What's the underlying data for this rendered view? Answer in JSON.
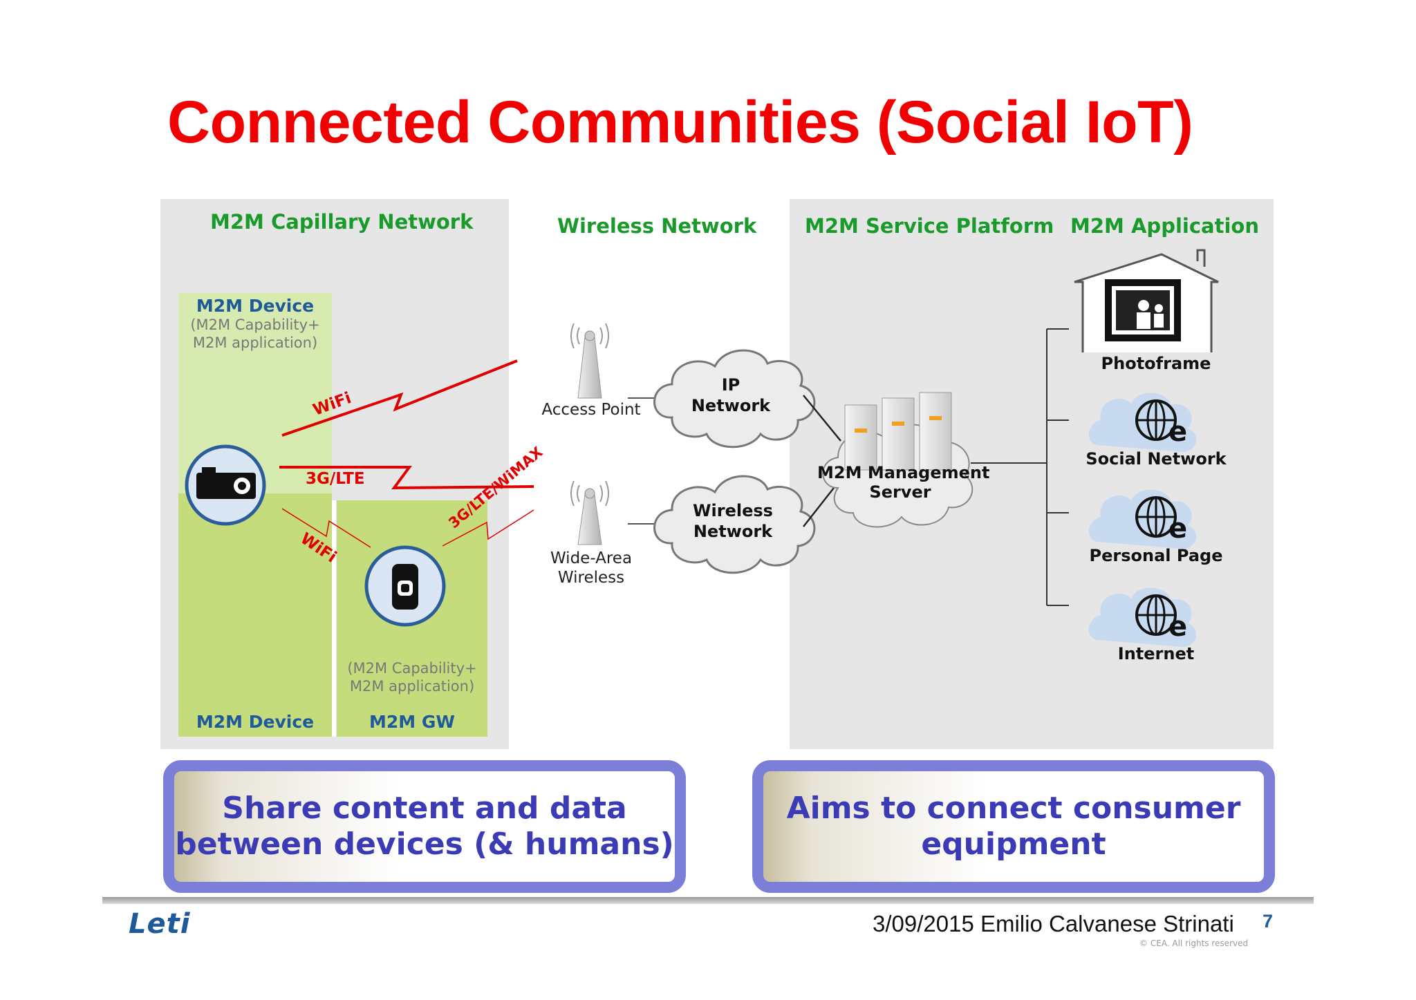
{
  "title": "Connected Communities (Social IoT)",
  "diagram": {
    "headers": {
      "capillary": "M2M Capillary Network",
      "wireless": "Wireless Network",
      "platform": "M2M Service Platform",
      "application": "M2M Application"
    },
    "device_top": {
      "title": "M2M Device",
      "line1": "(M2M Capability+",
      "line2": "M2M application)"
    },
    "gw_capability": {
      "line1": "(M2M Capability+",
      "line2": "M2M application)"
    },
    "bottom_labels": {
      "device": "M2M Device",
      "gw": "M2M  GW"
    },
    "links": {
      "wifi_top": "WiFi",
      "lte": "3G/LTE",
      "wifi_diag": "WiFi",
      "lte_wimax": "3G/LTE/WiMAX"
    },
    "access_point": "Access Point",
    "wide_area": {
      "line1": "Wide-Area",
      "line2": "Wireless"
    },
    "ip_network": {
      "line1": "IP",
      "line2": "Network"
    },
    "wireless_cloud": {
      "line1": "Wireless",
      "line2": "Network"
    },
    "server": {
      "line1": "M2M Management",
      "line2": "Server"
    },
    "apps": [
      "Photoframe",
      "Social Network",
      "Personal Page",
      "Internet"
    ],
    "colors": {
      "header_green": "#1a9a2a",
      "device_blue": "#1e5a9a",
      "link_red": "#e00000",
      "panel_grey": "#e6e6e6",
      "zone_green": "#c9e08a"
    }
  },
  "callouts": {
    "left": {
      "line1": "Share content and data",
      "line2": "between devices (& humans)"
    },
    "right": {
      "line1": "Aims to connect consumer",
      "line2": "equipment"
    }
  },
  "footer": {
    "logo": "Leti",
    "date_author": "3/09/2015 Emilio Calvanese Strinati",
    "page": "7",
    "copyright": "© CEA. All rights reserved"
  }
}
